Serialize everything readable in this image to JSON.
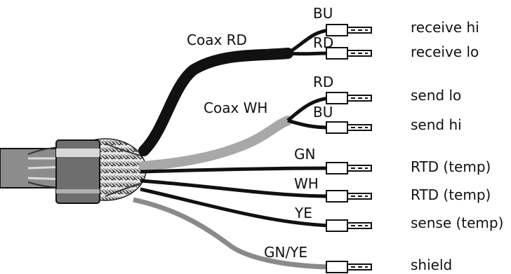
{
  "colors": {
    "ink": "#111111",
    "coax_white_sheath": "#a8a8a8",
    "shield_wire": "#8a8a8a",
    "cable_jacket": "#8c8c8c",
    "band": "#6e6e6e"
  },
  "cable_labels": {
    "coax_rd": "Coax RD",
    "coax_wh": "Coax WH"
  },
  "wires": [
    {
      "color_code": "BU",
      "function": "receive hi"
    },
    {
      "color_code": "RD",
      "function": "receive lo"
    },
    {
      "color_code": "RD",
      "function": "send lo"
    },
    {
      "color_code": "BU",
      "function": "send hi"
    },
    {
      "color_code": "GN",
      "function": "RTD (temp)"
    },
    {
      "color_code": "WH",
      "function": "RTD (temp)"
    },
    {
      "color_code": "YE",
      "function": "sense (temp)"
    },
    {
      "color_code": "GN/YE",
      "function": "shield"
    }
  ]
}
